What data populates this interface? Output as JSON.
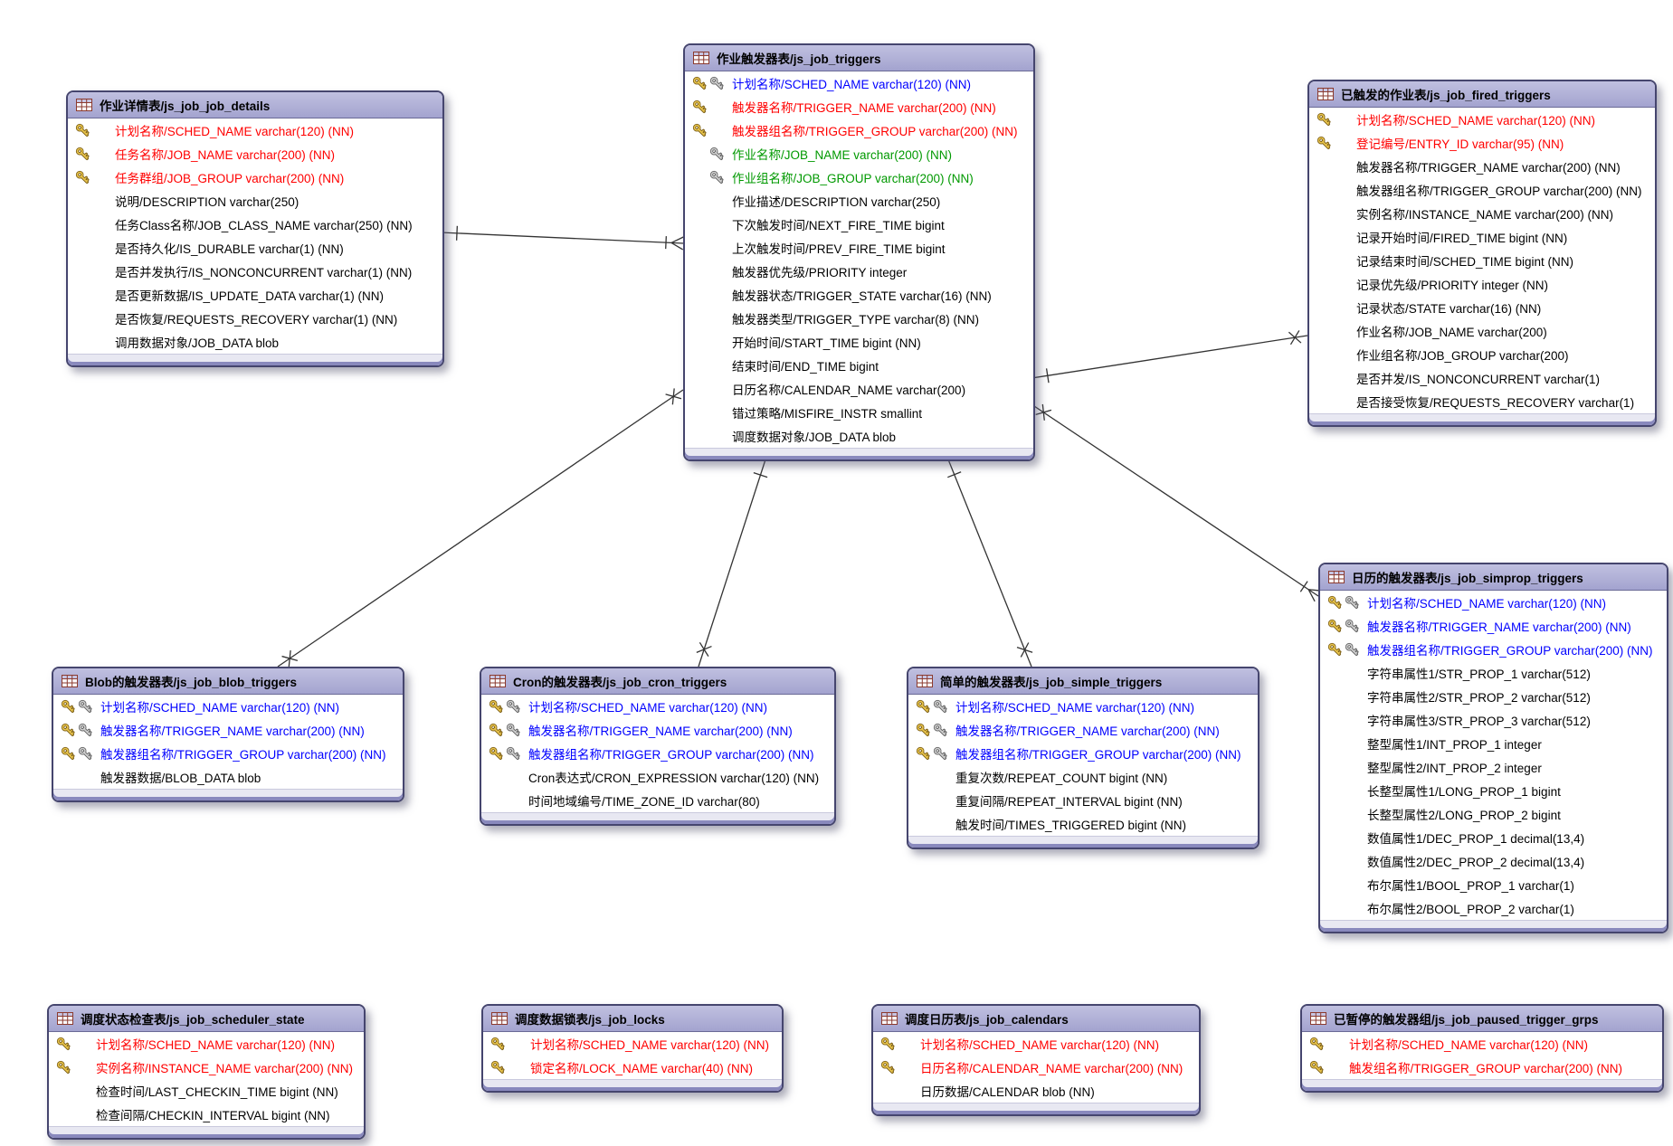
{
  "app": {
    "type": "database-er-diagram",
    "subject": "quartz-scheduler-tables"
  },
  "colors": {
    "pk_field_text": "#ff0000",
    "pk_fk_field_text": "#0000ff",
    "fk_field_text": "#009900",
    "regular_field_text": "#000000",
    "table_header_bg": "#a9a9d2",
    "table_border": "#45456e",
    "relationship_line": "#333333",
    "pk_key_icon": "gold",
    "fk_key_icon": "gray"
  },
  "tables": [
    {
      "id": "job_details",
      "title": "作业详情表/js_job_job_details",
      "fields": [
        {
          "key": "pk",
          "color": "red",
          "text": "计划名称/SCHED_NAME varchar(120) (NN)"
        },
        {
          "key": "pk",
          "color": "red",
          "text": "任务名称/JOB_NAME varchar(200) (NN)"
        },
        {
          "key": "pk",
          "color": "red",
          "text": "任务群组/JOB_GROUP varchar(200) (NN)"
        },
        {
          "key": "",
          "color": "black",
          "text": "说明/DESCRIPTION varchar(250)"
        },
        {
          "key": "",
          "color": "black",
          "text": "任务Class名称/JOB_CLASS_NAME varchar(250) (NN)"
        },
        {
          "key": "",
          "color": "black",
          "text": "是否持久化/IS_DURABLE varchar(1) (NN)"
        },
        {
          "key": "",
          "color": "black",
          "text": "是否并发执行/IS_NONCONCURRENT varchar(1) (NN)"
        },
        {
          "key": "",
          "color": "black",
          "text": "是否更新数据/IS_UPDATE_DATA varchar(1) (NN)"
        },
        {
          "key": "",
          "color": "black",
          "text": "是否恢复/REQUESTS_RECOVERY varchar(1) (NN)"
        },
        {
          "key": "",
          "color": "black",
          "text": "调用数据对象/JOB_DATA blob"
        }
      ]
    },
    {
      "id": "triggers",
      "title": "作业触发器表/js_job_triggers",
      "fields": [
        {
          "key": "pkfk",
          "color": "blue",
          "text": "计划名称/SCHED_NAME varchar(120) (NN)"
        },
        {
          "key": "pk",
          "color": "red",
          "text": "触发器名称/TRIGGER_NAME varchar(200) (NN)"
        },
        {
          "key": "pk",
          "color": "red",
          "text": "触发器组名称/TRIGGER_GROUP varchar(200) (NN)"
        },
        {
          "key": "fk",
          "color": "green",
          "text": "作业名称/JOB_NAME varchar(200) (NN)"
        },
        {
          "key": "fk",
          "color": "green",
          "text": "作业组名称/JOB_GROUP varchar(200) (NN)"
        },
        {
          "key": "",
          "color": "black",
          "text": "作业描述/DESCRIPTION varchar(250)"
        },
        {
          "key": "",
          "color": "black",
          "text": "下次触发时间/NEXT_FIRE_TIME bigint"
        },
        {
          "key": "",
          "color": "black",
          "text": "上次触发时间/PREV_FIRE_TIME bigint"
        },
        {
          "key": "",
          "color": "black",
          "text": "触发器优先级/PRIORITY integer"
        },
        {
          "key": "",
          "color": "black",
          "text": "触发器状态/TRIGGER_STATE varchar(16) (NN)"
        },
        {
          "key": "",
          "color": "black",
          "text": "触发器类型/TRIGGER_TYPE varchar(8) (NN)"
        },
        {
          "key": "",
          "color": "black",
          "text": "开始时间/START_TIME bigint (NN)"
        },
        {
          "key": "",
          "color": "black",
          "text": "结束时间/END_TIME bigint"
        },
        {
          "key": "",
          "color": "black",
          "text": "日历名称/CALENDAR_NAME varchar(200)"
        },
        {
          "key": "",
          "color": "black",
          "text": "错过策略/MISFIRE_INSTR smallint"
        },
        {
          "key": "",
          "color": "black",
          "text": "调度数据对象/JOB_DATA blob"
        }
      ]
    },
    {
      "id": "fired",
      "title": "已触发的作业表/js_job_fired_triggers",
      "fields": [
        {
          "key": "pk",
          "color": "red",
          "text": "计划名称/SCHED_NAME varchar(120) (NN)"
        },
        {
          "key": "pk",
          "color": "red",
          "text": "登记编号/ENTRY_ID varchar(95) (NN)"
        },
        {
          "key": "",
          "color": "black",
          "text": "触发器名称/TRIGGER_NAME varchar(200) (NN)"
        },
        {
          "key": "",
          "color": "black",
          "text": "触发器组名称/TRIGGER_GROUP varchar(200) (NN)"
        },
        {
          "key": "",
          "color": "black",
          "text": "实例名称/INSTANCE_NAME varchar(200) (NN)"
        },
        {
          "key": "",
          "color": "black",
          "text": "记录开始时间/FIRED_TIME bigint (NN)"
        },
        {
          "key": "",
          "color": "black",
          "text": "记录结束时间/SCHED_TIME bigint (NN)"
        },
        {
          "key": "",
          "color": "black",
          "text": "记录优先级/PRIORITY integer (NN)"
        },
        {
          "key": "",
          "color": "black",
          "text": "记录状态/STATE varchar(16) (NN)"
        },
        {
          "key": "",
          "color": "black",
          "text": "作业名称/JOB_NAME varchar(200)"
        },
        {
          "key": "",
          "color": "black",
          "text": "作业组名称/JOB_GROUP varchar(200)"
        },
        {
          "key": "",
          "color": "black",
          "text": "是否并发/IS_NONCONCURRENT varchar(1)"
        },
        {
          "key": "",
          "color": "black",
          "text": "是否接受恢复/REQUESTS_RECOVERY varchar(1)"
        }
      ]
    },
    {
      "id": "blob",
      "title": "Blob的触发器表/js_job_blob_triggers",
      "fields": [
        {
          "key": "pkfk",
          "color": "blue",
          "text": "计划名称/SCHED_NAME varchar(120) (NN)"
        },
        {
          "key": "pkfk",
          "color": "blue",
          "text": "触发器名称/TRIGGER_NAME varchar(200) (NN)"
        },
        {
          "key": "pkfk",
          "color": "blue",
          "text": "触发器组名称/TRIGGER_GROUP varchar(200) (NN)"
        },
        {
          "key": "",
          "color": "black",
          "text": "触发器数据/BLOB_DATA blob"
        }
      ]
    },
    {
      "id": "cron",
      "title": "Cron的触发器表/js_job_cron_triggers",
      "fields": [
        {
          "key": "pkfk",
          "color": "blue",
          "text": "计划名称/SCHED_NAME varchar(120) (NN)"
        },
        {
          "key": "pkfk",
          "color": "blue",
          "text": "触发器名称/TRIGGER_NAME varchar(200) (NN)"
        },
        {
          "key": "pkfk",
          "color": "blue",
          "text": "触发器组名称/TRIGGER_GROUP varchar(200) (NN)"
        },
        {
          "key": "",
          "color": "black",
          "text": "Cron表达式/CRON_EXPRESSION varchar(120) (NN)"
        },
        {
          "key": "",
          "color": "black",
          "text": "时间地域编号/TIME_ZONE_ID varchar(80)"
        }
      ]
    },
    {
      "id": "simple",
      "title": "简单的触发器表/js_job_simple_triggers",
      "fields": [
        {
          "key": "pkfk",
          "color": "blue",
          "text": "计划名称/SCHED_NAME varchar(120) (NN)"
        },
        {
          "key": "pkfk",
          "color": "blue",
          "text": "触发器名称/TRIGGER_NAME varchar(200) (NN)"
        },
        {
          "key": "pkfk",
          "color": "blue",
          "text": "触发器组名称/TRIGGER_GROUP varchar(200) (NN)"
        },
        {
          "key": "",
          "color": "black",
          "text": "重复次数/REPEAT_COUNT bigint (NN)"
        },
        {
          "key": "",
          "color": "black",
          "text": "重复间隔/REPEAT_INTERVAL bigint (NN)"
        },
        {
          "key": "",
          "color": "black",
          "text": "触发时间/TIMES_TRIGGERED bigint (NN)"
        }
      ]
    },
    {
      "id": "simprop",
      "title": "日历的触发器表/js_job_simprop_triggers",
      "fields": [
        {
          "key": "pkfk",
          "color": "blue",
          "text": "计划名称/SCHED_NAME varchar(120) (NN)"
        },
        {
          "key": "pkfk",
          "color": "blue",
          "text": "触发器名称/TRIGGER_NAME varchar(200) (NN)"
        },
        {
          "key": "pkfk",
          "color": "blue",
          "text": "触发器组名称/TRIGGER_GROUP varchar(200) (NN)"
        },
        {
          "key": "",
          "color": "black",
          "text": "字符串属性1/STR_PROP_1 varchar(512)"
        },
        {
          "key": "",
          "color": "black",
          "text": "字符串属性2/STR_PROP_2 varchar(512)"
        },
        {
          "key": "",
          "color": "black",
          "text": "字符串属性3/STR_PROP_3 varchar(512)"
        },
        {
          "key": "",
          "color": "black",
          "text": "整型属性1/INT_PROP_1 integer"
        },
        {
          "key": "",
          "color": "black",
          "text": "整型属性2/INT_PROP_2 integer"
        },
        {
          "key": "",
          "color": "black",
          "text": "长整型属性1/LONG_PROP_1 bigint"
        },
        {
          "key": "",
          "color": "black",
          "text": "长整型属性2/LONG_PROP_2 bigint"
        },
        {
          "key": "",
          "color": "black",
          "text": "数值属性1/DEC_PROP_1 decimal(13,4)"
        },
        {
          "key": "",
          "color": "black",
          "text": "数值属性2/DEC_PROP_2 decimal(13,4)"
        },
        {
          "key": "",
          "color": "black",
          "text": "布尔属性1/BOOL_PROP_1 varchar(1)"
        },
        {
          "key": "",
          "color": "black",
          "text": "布尔属性2/BOOL_PROP_2 varchar(1)"
        }
      ]
    },
    {
      "id": "state",
      "title": "调度状态检查表/js_job_scheduler_state",
      "fields": [
        {
          "key": "pk",
          "color": "red",
          "text": "计划名称/SCHED_NAME varchar(120) (NN)"
        },
        {
          "key": "pk",
          "color": "red",
          "text": "实例名称/INSTANCE_NAME varchar(200) (NN)"
        },
        {
          "key": "",
          "color": "black",
          "text": "检查时间/LAST_CHECKIN_TIME bigint (NN)"
        },
        {
          "key": "",
          "color": "black",
          "text": "检查间隔/CHECKIN_INTERVAL bigint (NN)"
        }
      ]
    },
    {
      "id": "locks",
      "title": "调度数据锁表/js_job_locks",
      "fields": [
        {
          "key": "pk",
          "color": "red",
          "text": "计划名称/SCHED_NAME varchar(120) (NN)"
        },
        {
          "key": "pk",
          "color": "red",
          "text": "锁定名称/LOCK_NAME varchar(40) (NN)"
        }
      ]
    },
    {
      "id": "calendars",
      "title": "调度日历表/js_job_calendars",
      "fields": [
        {
          "key": "pk",
          "color": "red",
          "text": "计划名称/SCHED_NAME varchar(120) (NN)"
        },
        {
          "key": "pk",
          "color": "red",
          "text": "日历名称/CALENDAR_NAME varchar(200) (NN)"
        },
        {
          "key": "",
          "color": "black",
          "text": "日历数据/CALENDAR blob (NN)"
        }
      ]
    },
    {
      "id": "paused",
      "title": "已暂停的触发器组/js_job_paused_trigger_grps",
      "fields": [
        {
          "key": "pk",
          "color": "red",
          "text": "计划名称/SCHED_NAME varchar(120) (NN)"
        },
        {
          "key": "pk",
          "color": "red",
          "text": "触发组名称/TRIGGER_GROUP varchar(200) (NN)"
        }
      ]
    }
  ],
  "relationships": [
    {
      "from": "job_details",
      "to": "triggers"
    },
    {
      "from": "triggers",
      "to": "blob"
    },
    {
      "from": "triggers",
      "to": "cron"
    },
    {
      "from": "triggers",
      "to": "simple"
    },
    {
      "from": "triggers",
      "to": "simprop"
    },
    {
      "from": "triggers",
      "to": "fired"
    }
  ]
}
